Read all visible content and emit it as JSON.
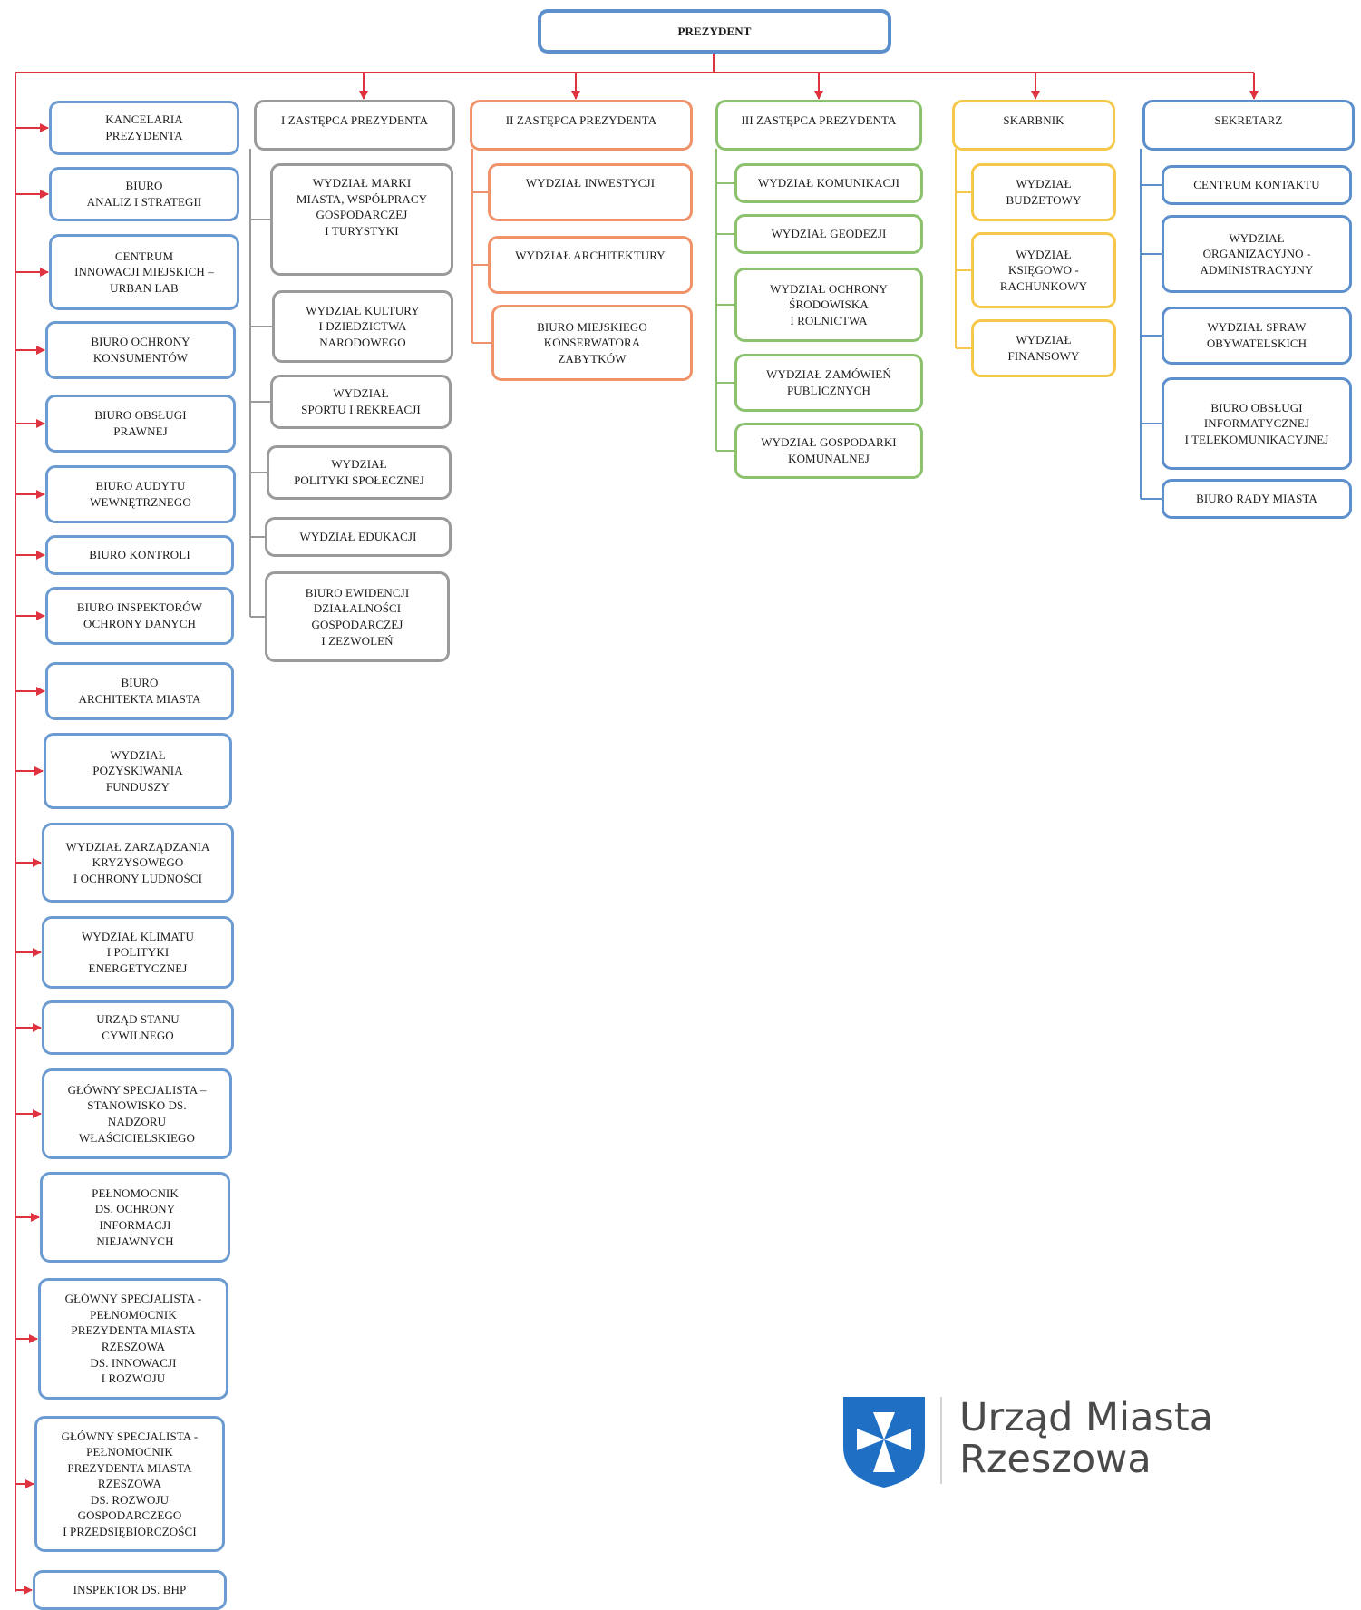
{
  "president": "PREZYDENT",
  "left_column": [
    "KANCELARIA\nPREZYDENTA",
    "BIURO\nANALIZ I STRATEGII",
    "CENTRUM\nINNOWACJI MIEJSKICH –\nURBAN LAB",
    "BIURO OCHRONY\nKONSUMENTÓW",
    "BIURO OBSŁUGI\nPRAWNEJ",
    "BIURO AUDYTU\nWEWNĘTRZNEGO",
    "BIURO KONTROLI",
    "BIURO INSPEKTORÓW\nOCHRONY DANYCH",
    "BIURO\nARCHITEKTA MIASTA",
    "WYDZIAŁ\nPOZYSKIWANIA\nFUNDUSZY",
    "WYDZIAŁ ZARZĄDZANIA\nKRYZYSOWEGO\nI OCHRONY LUDNOŚCI",
    "WYDZIAŁ KLIMATU\nI POLITYKI\nENERGETYCZNEJ",
    "URZĄD STANU\nCYWILNEGO",
    "GŁÓWNY SPECJALISTA –\nSTANOWISKO DS.\nNADZORU\nWŁAŚCICIELSKIEGO",
    "PEŁNOMOCNIK\nDS. OCHRONY\nINFORMACJI\nNIEJAWNYCH",
    "GŁÓWNY SPECJALISTA -\nPEŁNOMOCNIK\nPREZYDENTA MIASTA\nRZESZOWA\nDS. INNOWACJI\nI ROZWOJU",
    "GŁÓWNY SPECJALISTA -\nPEŁNOMOCNIK\nPREZYDENTA MIASTA\nRZESZOWA\nDS. ROZWOJU\nGOSPODARCZEGO\nI PRZEDSIĘBIORCZOŚCI",
    "INSPEKTOR DS. BHP"
  ],
  "branches": [
    {
      "head": "I ZASTĘPCA PREZYDENTA",
      "color": "#9a9a9a",
      "units": [
        "WYDZIAŁ MARKI\nMIASTA, WSPÓŁPRACY\nGOSPODARCZEJ\nI TURYSTYKI",
        "WYDZIAŁ KULTURY\nI DZIEDZICTWA\nNARODOWEGO",
        "WYDZIAŁ\nSPORTU I REKREACJI",
        "WYDZIAŁ\nPOLITYKI SPOŁECZNEJ",
        "WYDZIAŁ EDUKACJI",
        "BIURO EWIDENCJI\nDZIAŁALNOŚCI\nGOSPODARCZEJ\nI ZEZWOLEŃ"
      ]
    },
    {
      "head": "II ZASTĘPCA PREZYDENTA",
      "color": "#f0936a",
      "units": [
        "WYDZIAŁ INWESTYCJI",
        "WYDZIAŁ ARCHITEKTURY",
        "BIURO MIEJSKIEGO\nKONSERWATORA\nZABYTKÓW"
      ]
    },
    {
      "head": "III ZASTĘPCA PREZYDENTA",
      "color": "#8cc26e",
      "units": [
        "WYDZIAŁ KOMUNIKACJI",
        "WYDZIAŁ GEODEZJI",
        "WYDZIAŁ OCHRONY\nŚRODOWISKA\nI ROLNICTWA",
        "WYDZIAŁ ZAMÓWIEŃ\nPUBLICZNYCH",
        "WYDZIAŁ GOSPODARKI\nKOMUNALNEJ"
      ]
    },
    {
      "head": "SKARBNIK",
      "color": "#f5c74a",
      "units": [
        "WYDZIAŁ\nBUDŻETOWY",
        "WYDZIAŁ\nKSIĘGOWO -\nRACHUNKOWY",
        "WYDZIAŁ\nFINANSOWY"
      ]
    },
    {
      "head": "SEKRETARZ",
      "color": "#5c8fcc",
      "units": [
        "CENTRUM KONTAKTU",
        "WYDZIAŁ\nORGANIZACYJNO -\nADMINISTRACYJNY",
        "WYDZIAŁ SPRAW\nOBYWATELSKICH",
        "BIURO OBSŁUGI\nINFORMATYCZNEJ\nI TELEKOMUNIKACYJNEJ",
        "BIURO RADY MIASTA"
      ]
    }
  ],
  "connector_color": "#e03340",
  "logo": {
    "line1": "Urząd Miasta",
    "line2": "Rzeszowa",
    "shield_color": "#1f6fc5"
  }
}
